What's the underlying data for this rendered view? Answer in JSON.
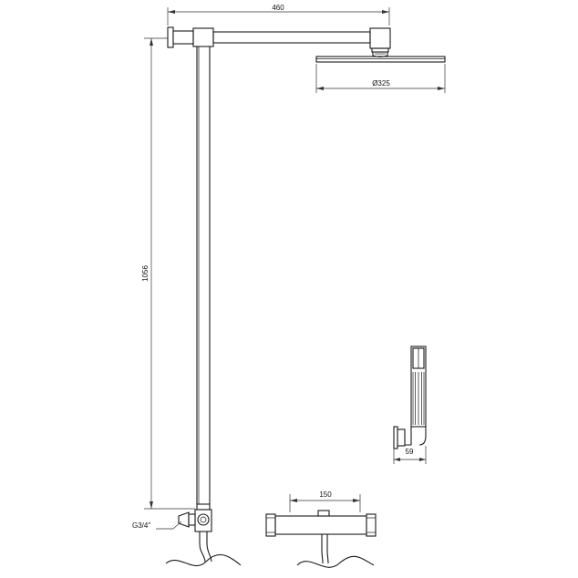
{
  "dimensions": {
    "arm_length": "460",
    "head_diameter": "Ø325",
    "total_height": "1056",
    "inlet_thread": "G3/4\"",
    "mixer_width": "150",
    "holder_depth": "59"
  },
  "colors": {
    "line": "#1a1a1a",
    "background": "#ffffff"
  }
}
